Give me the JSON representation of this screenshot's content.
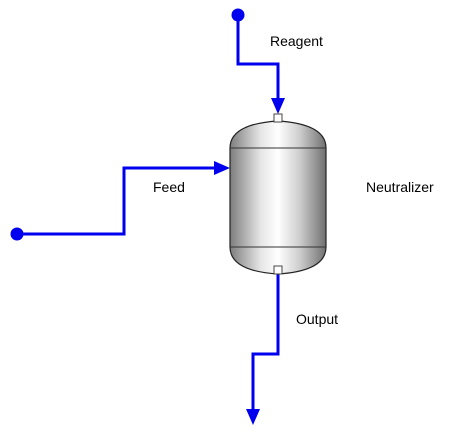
{
  "colors": {
    "stream": "#0000ee",
    "background": "#ffffff",
    "label": "#000000",
    "vessel_outline": "#222222",
    "nozzle": "#ffffff"
  },
  "streams": [
    {
      "id": "reagent",
      "label": "Reagent",
      "direction": "down",
      "role": "inlet"
    },
    {
      "id": "feed",
      "label": "Feed",
      "direction": "right",
      "role": "inlet"
    },
    {
      "id": "output",
      "label": "Output",
      "direction": "down",
      "role": "outlet"
    }
  ],
  "unit": {
    "label": "Neutralizer",
    "icon": "vertical-vessel-icon"
  }
}
